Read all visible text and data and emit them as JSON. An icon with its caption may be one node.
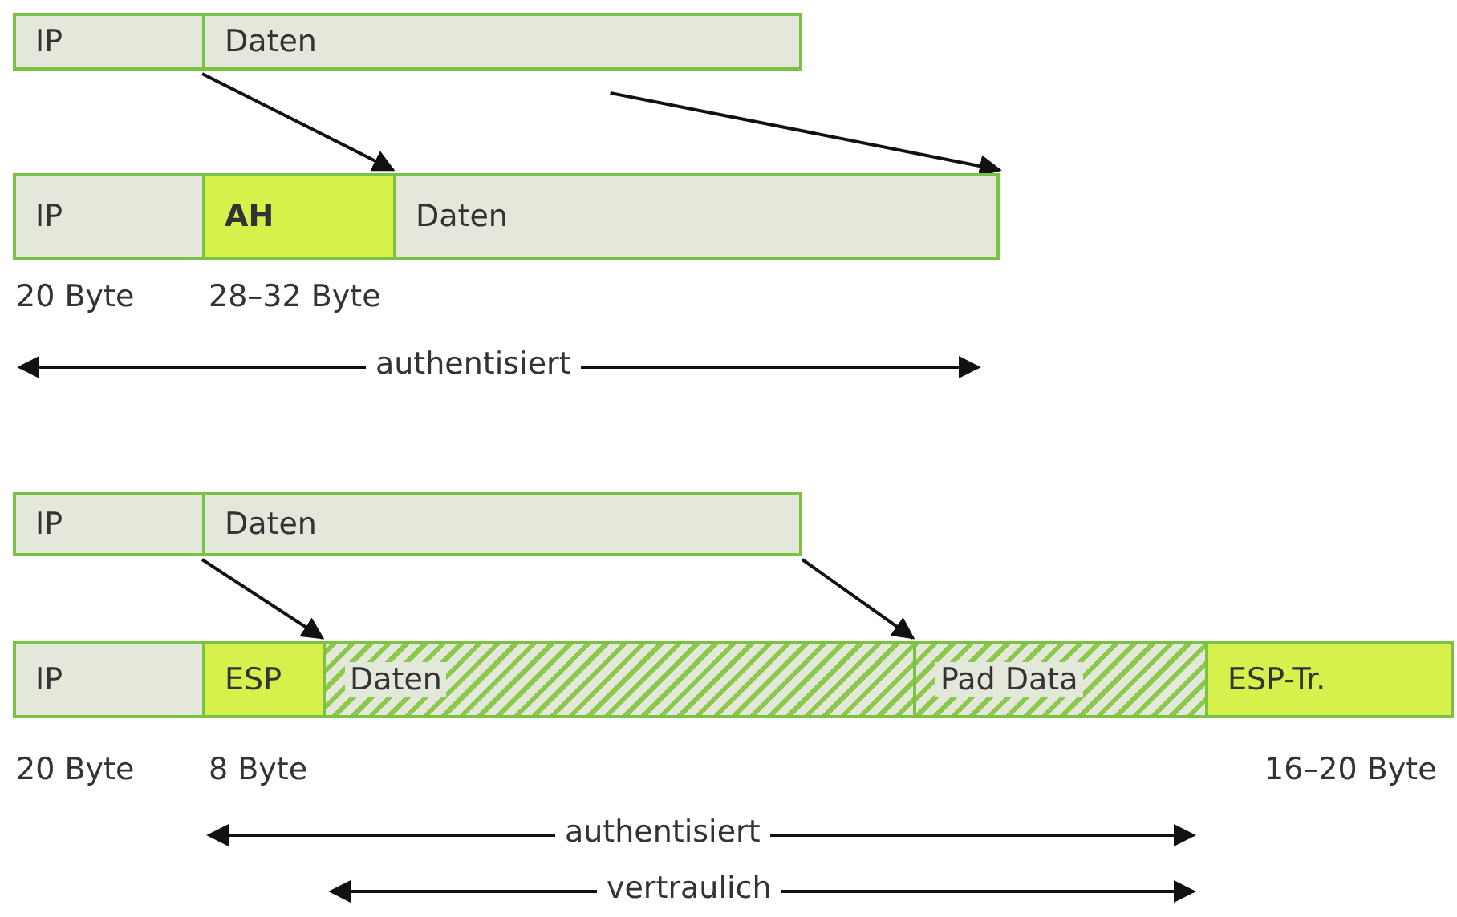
{
  "diagram": {
    "nodes": [
      {
        "text": [
          "IP"
        ]
      },
      {
        "text": [
          "Daten"
        ]
      },
      {
        "text": [
          "IP"
        ]
      },
      {
        "text": [
          "AH"
        ]
      },
      {
        "text": [
          "Daten"
        ]
      },
      {
        "text": [
          "IP"
        ]
      },
      {
        "text": [
          "Daten"
        ]
      },
      {
        "text": [
          "IP"
        ]
      },
      {
        "text": [
          "ESP"
        ]
      },
      {
        "text": [
          "Daten"
        ]
      },
      {
        "text": [
          "Pad Data"
        ]
      },
      {
        "text": [
          "ESP-Tr."
        ]
      }
    ],
    "edges": [
      {
        "from": 1,
        "to": 4,
        "arrow": "to"
      },
      {
        "from": 1,
        "to": 4,
        "arrow": "to"
      },
      {
        "from": 6,
        "to": 9,
        "arrow": "to"
      },
      {
        "from": 6,
        "to": 10,
        "arrow": "to"
      }
    ],
    "labels": [
      "20 Byte",
      "28–32 Byte",
      "authentisiert",
      "20 Byte",
      "8 Byte",
      "16–20 Byte",
      "authentisiert",
      "vertraulich"
    ]
  }
}
